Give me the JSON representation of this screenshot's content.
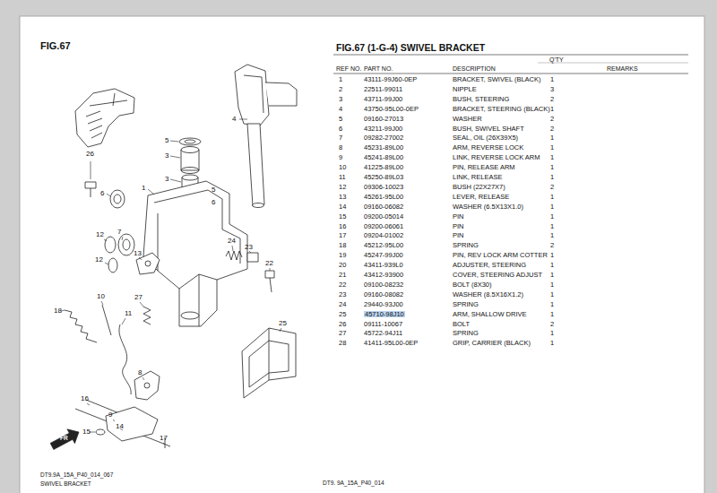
{
  "diagram": {
    "title": "FIG.67 (1-G-4) SWIVEL BRACKET",
    "labels": [
      "FIG.67",
      "26",
      "4",
      "5",
      "3",
      "3",
      "5",
      "6",
      "6",
      "1",
      "12",
      "7",
      "12",
      "13",
      "24",
      "23",
      "22",
      "10",
      "27",
      "18",
      "11",
      "8",
      "25",
      "16",
      "9",
      "14",
      "15",
      "17",
      "FR",
      "REF NO.",
      "PART NO.",
      "DESCRIPTION",
      "Q'TY",
      "REMARKS",
      "1",
      "43111-99J60-0EP",
      "BRACKET, SWIVEL (BLACK)",
      "1",
      "2",
      "22511-99011",
      "NIPPLE",
      "3",
      "3",
      "43711-99J00",
      "BUSH, STEERING",
      "2",
      "4",
      "43750-95L00-0EP",
      "BRACKET, STEERING (BLACK)",
      "1",
      "5",
      "09160-27013",
      "WASHER",
      "2",
      "6",
      "43211-99J00",
      "BUSH, SWIVEL SHAFT",
      "2",
      "7",
      "09282-27002",
      "SEAL, OIL (26X39X5)",
      "1",
      "8",
      "45231-89L00",
      "ARM, REVERSE LOCK",
      "1",
      "9",
      "45241-89L00",
      "LINK, REVERSE LOCK ARM",
      "1",
      "10",
      "41225-89L00",
      "PIN, RELEASE ARM",
      "1",
      "11",
      "45250-89L03",
      "LINK, RELEASE",
      "1",
      "12",
      "09306-10023",
      "BUSH (22X27X7)",
      "2",
      "13",
      "45261-95L00",
      "LEVER, RELEASE",
      "1",
      "14",
      "09160-06082",
      "WASHER (6.5X13X1.0)",
      "1",
      "15",
      "09200-05014",
      "PIN",
      "1",
      "16",
      "09200-06061",
      "PIN",
      "1",
      "17",
      "09204-01002",
      "PIN",
      "1",
      "18",
      "45212-95L00",
      "SPRING",
      "2",
      "19",
      "45247-99J00",
      "PIN, REV LOCK ARM COTTER",
      "1",
      "20",
      "43411-939L0",
      "ADJUSTER, STEERING",
      "1",
      "21",
      "43412-93900",
      "COVER, STEERING ADJUST",
      "1",
      "22",
      "09100-08232",
      "BOLT (8X30)",
      "1",
      "23",
      "09160-08082",
      "WASHER (8.5X16X1.2)",
      "1",
      "24",
      "29440-93J00",
      "SPRING",
      "1",
      "25",
      "45710-98J10",
      "ARM, SHALLOW DRIVE",
      "1",
      "26",
      "09111-10067",
      "BOLT",
      "2",
      "27",
      "45722-94J11",
      "SPRING",
      "1",
      "28",
      "41411-95L00-0EP",
      "GRIP, CARRIER (BLACK)",
      "1",
      "DT9.9A_15A_P40_014_067",
      "SWIVEL BRACKET",
      "DT9. 9A_15A_P40_014"
    ]
  }
}
